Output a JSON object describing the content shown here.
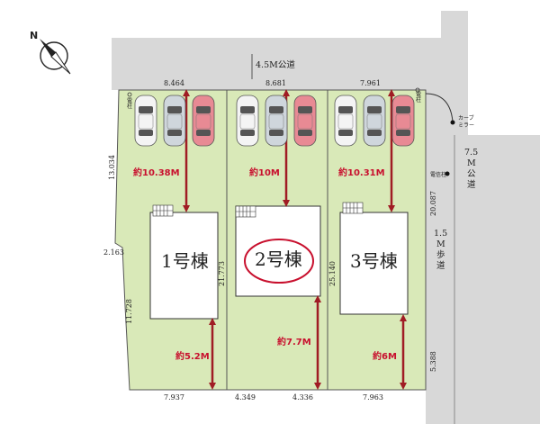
{
  "roads": {
    "top": "4.5M公道",
    "right": [
      "7.5",
      "M",
      "公",
      "道"
    ],
    "sidewalk": [
      "1.5",
      "M",
      "歩",
      "道"
    ]
  },
  "labels": {
    "curve_mirror": [
      "カーブ",
      "ミラー"
    ],
    "utility_pole": "電信柱",
    "pole_left": [
      "電",
      "柱"
    ],
    "pole_right": [
      "電",
      "柱"
    ]
  },
  "lots": [
    {
      "name": "1号棟",
      "front_distance": "約10.38M",
      "rear_distance": "約5.2M",
      "highlighted": false,
      "car_colors": [
        "#f4f4f4",
        "#cfd6dc",
        "#e88a94"
      ]
    },
    {
      "name": "2号棟",
      "front_distance": "約10M",
      "rear_distance": "約7.7M",
      "highlighted": true,
      "car_colors": [
        "#f4f4f4",
        "#cfd6dc",
        "#e88a94"
      ]
    },
    {
      "name": "3号棟",
      "front_distance": "約10.31M",
      "rear_distance": "約6M",
      "highlighted": false,
      "car_colors": [
        "#f4f4f4",
        "#cfd6dc",
        "#e88a94"
      ]
    }
  ],
  "dimensions": {
    "top": [
      "8.464",
      "8.681",
      "7.961"
    ],
    "left": [
      "13.034",
      "2.163",
      "11.728"
    ],
    "bottom": [
      "7.937",
      "4.349",
      "4.336",
      "7.963"
    ],
    "lot1_right": "21.773",
    "lot2_right": "25.140",
    "right_upper": "20.087",
    "right_lower": "5.388"
  },
  "colors": {
    "lot_fill": "#d9e9b8",
    "road_fill": "#d8d8d8",
    "highlight": "#c8102e",
    "arrow": "#a01c24"
  },
  "icons": {
    "north": "north-arrow-icon"
  }
}
